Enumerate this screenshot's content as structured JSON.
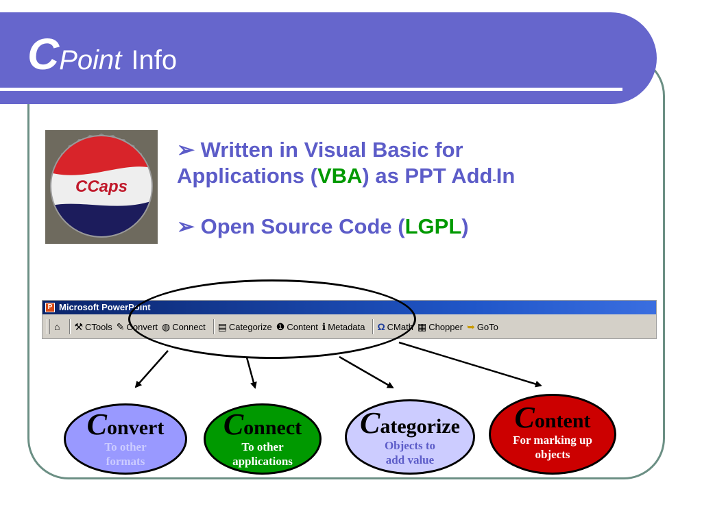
{
  "title": {
    "c": "C",
    "point": "Point",
    "info": "Info"
  },
  "logo": {
    "text": "CCaps"
  },
  "bullets": [
    {
      "marker": "➢",
      "line1": "Written in Visual Basic for",
      "line2_a": "Applications (",
      "line2_hl": "VBA",
      "line2_b": ") as  PPT Add",
      "line2_small": "-",
      "line2_c": "In"
    },
    {
      "marker": "➢",
      "a": "Open Source Code (",
      "hl": "LGPL",
      "b": ")"
    }
  ],
  "toolbar": {
    "app_title": "Microsoft PowerPoint",
    "buttons": [
      "CTools",
      "Convert",
      "Connect",
      "Categorize",
      "Content",
      "Metadata",
      "CMath",
      "Chopper",
      "GoTo"
    ]
  },
  "ovals": [
    {
      "cap": "C",
      "rest": "onvert",
      "sub1": "To other",
      "sub2": "formats",
      "fill": "#9999ff",
      "text": "#ffffff",
      "subcolor": "#ccccff"
    },
    {
      "cap": "C",
      "rest": "onnect",
      "sub1": "To other",
      "sub2": "applications",
      "fill": "#009900",
      "text": "#000000",
      "subcolor": "#ffffff"
    },
    {
      "cap": "C",
      "rest": "ategorize",
      "sub1": "Objects to",
      "sub2": "add value",
      "fill": "#ccccff",
      "text": "#000000",
      "subcolor": "#5c5cc8"
    },
    {
      "cap": "C",
      "rest": "ontent",
      "sub1": "For marking up",
      "sub2": "objects",
      "fill": "#cc0000",
      "text": "#000000",
      "subcolor": "#ffffff"
    }
  ],
  "colors": {
    "title_bar": "#6666cc",
    "frame": "#6b8f84",
    "bullet_text": "#5c5cc8",
    "highlight": "#009900"
  }
}
